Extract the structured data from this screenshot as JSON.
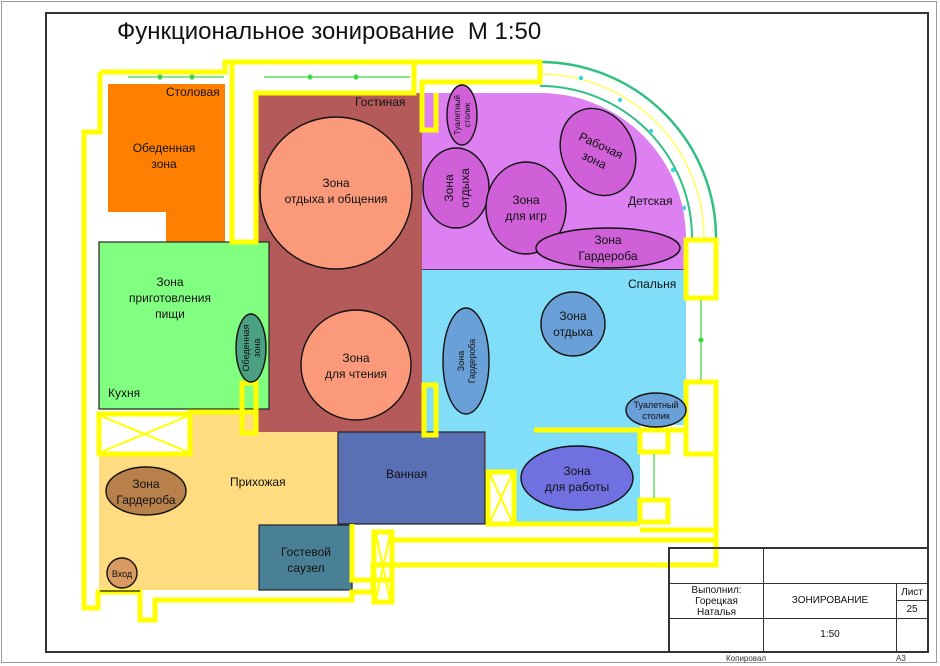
{
  "title": "Функциональное зонирование  М 1:50",
  "colors": {
    "wall": "#ffff00",
    "window": "#5fe05f",
    "stolovaya": "#ff8000",
    "gostinaya": "#b55a5a",
    "detskaya": "#dd80f2",
    "spalnya": "#80def9",
    "kukhnya": "#80ff80",
    "prikhozhaya": "#ffdc80",
    "vannaya": "#5a70b5",
    "sauzel": "#4a8096"
  },
  "rooms": {
    "stolovaya": "Столовая",
    "gostinaya": "Гостиная",
    "detskaya": "Детская",
    "spalnya": "Спальня",
    "kukhnya": "Кухня",
    "prikhozhaya": "Прихожая",
    "vannaya": "Ванная",
    "sauzel_line1": "Гостевой",
    "sauzel_line2": "саузел"
  },
  "zones": {
    "dining_1": "Обеденная",
    "dining_2": "зона",
    "rest_talk_1": "Зона",
    "rest_talk_2": "отдыха и общения",
    "reading_1": "Зона",
    "reading_2": "для чтения",
    "cooking_1": "Зона",
    "cooking_2": "приготовления",
    "cooking_3": "пищи",
    "kitchen_dining_1": "Обеденная",
    "kitchen_dining_2": "зона",
    "kids_vanity_1": "Туалетный",
    "kids_vanity_2": "столик",
    "kids_rest_1": "Зона",
    "kids_rest_2": "отдыха",
    "kids_work_1": "Рабочая",
    "kids_work_2": "зона",
    "kids_play_1": "Зона",
    "kids_play_2": "для игр",
    "kids_wardrobe_1": "Зона",
    "kids_wardrobe_2": "Гардероба",
    "bed_rest_1": "Зона",
    "bed_rest_2": "отдыха",
    "bed_wardrobe_1": "Зона",
    "bed_wardrobe_2": "Гардероба",
    "bed_vanity_1": "Туалетный",
    "bed_vanity_2": "столик",
    "work_1": "Зона",
    "work_2": "для работы",
    "hall_wardrobe_1": "Зона",
    "hall_wardrobe_2": "Гардероба",
    "entrance": "Вход"
  },
  "stamp": {
    "performed_label": "Выполнил:",
    "author_surname": "Горецкая",
    "author_name": "Наталья",
    "drawing_title": "ЗОНИРОВАНИЕ",
    "sheet_label": "Лист",
    "sheet_number": "25",
    "scale": "1:50"
  },
  "footer": {
    "copied": "Копировал",
    "format": "А3"
  }
}
